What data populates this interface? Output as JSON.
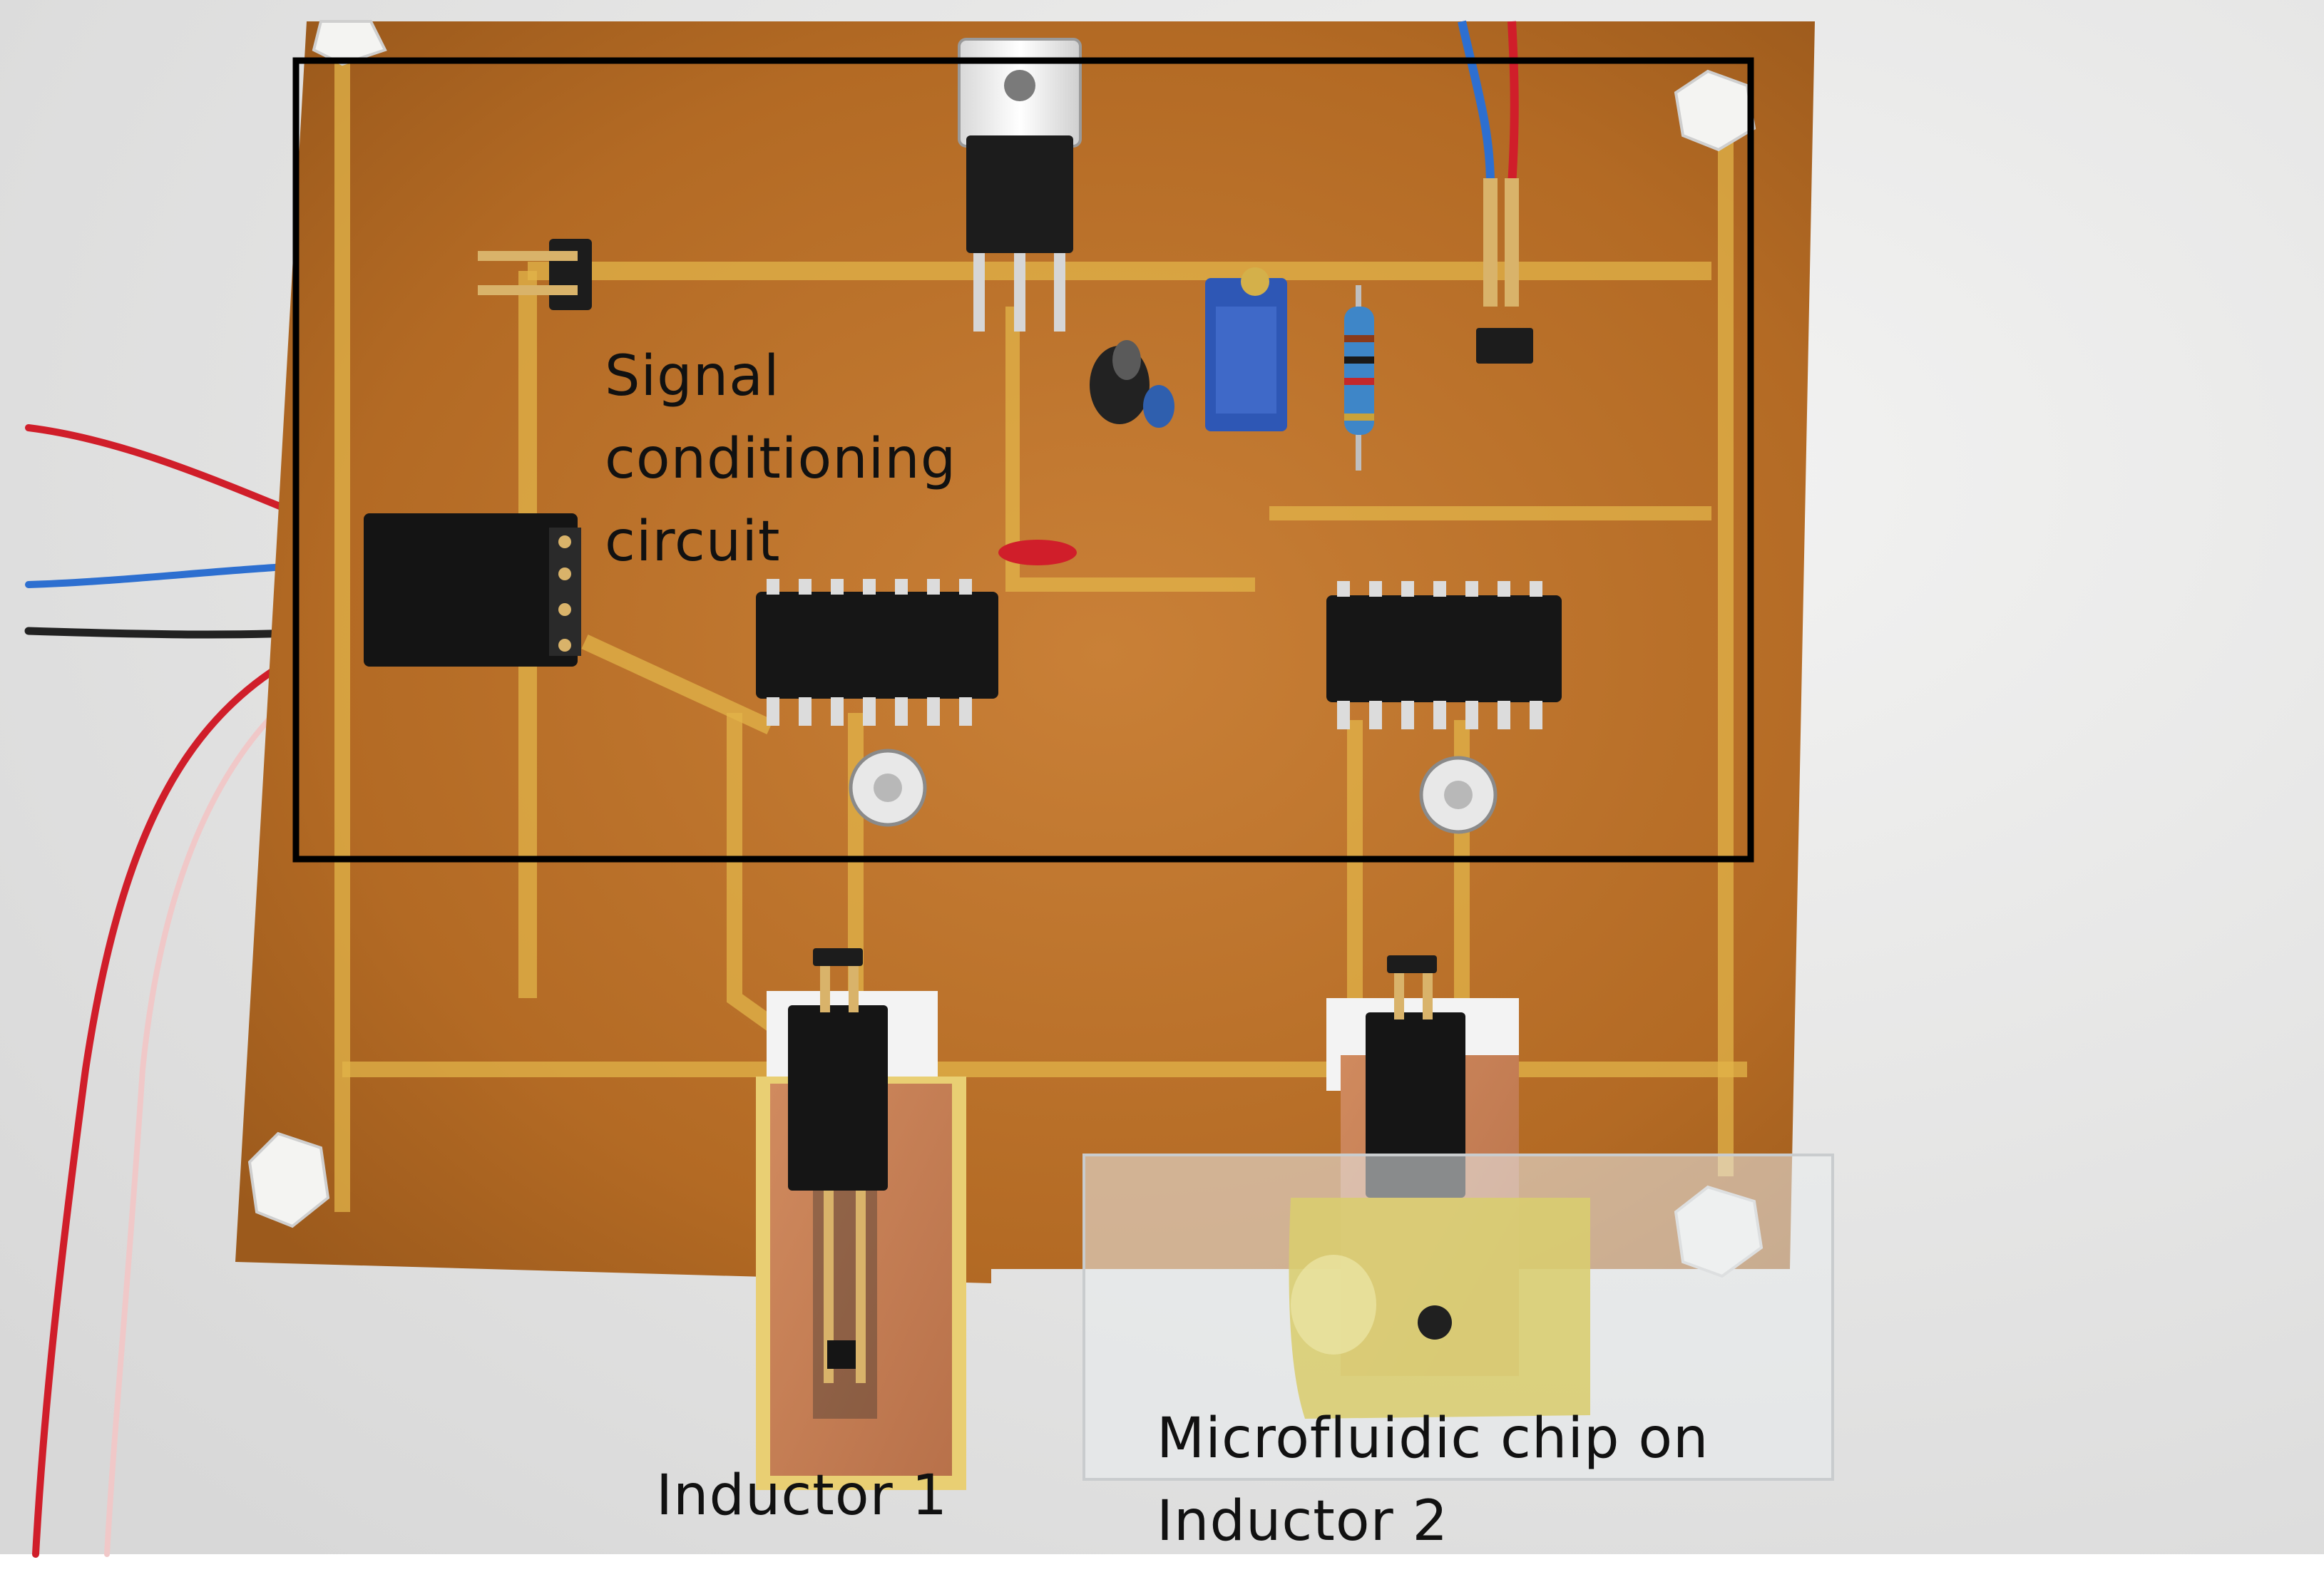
{
  "labels": {
    "signal_conditioning": [
      "Signal",
      "conditioning",
      "circuit"
    ],
    "inductor_1": "Inductor 1",
    "microfluidic": [
      "Microfluidic chip on",
      "Inductor 2"
    ]
  },
  "colors": {
    "pcb": "#b9742e",
    "trace": "#e2b44a",
    "copper": "#c8845a",
    "box_outline": "#000000",
    "wire_red": "#d01e2a",
    "wire_blue": "#2d6fd0"
  }
}
